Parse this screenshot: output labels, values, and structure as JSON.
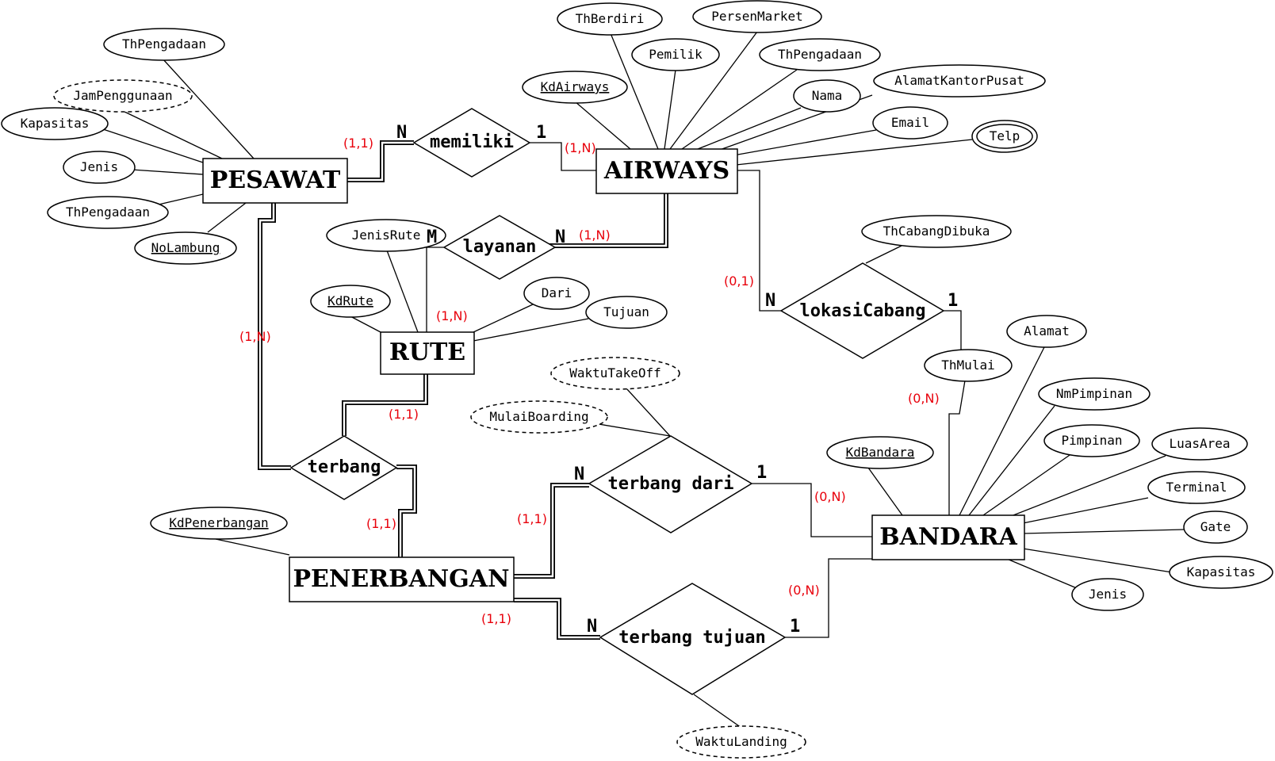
{
  "entities": {
    "pesawat": "PESAWAT",
    "airways": "AIRWAYS",
    "rute": "RUTE",
    "penerbangan": "PENERBANGAN",
    "bandara": "BANDARA"
  },
  "relationships": {
    "memiliki": "memiliki",
    "layanan": "layanan",
    "lokasi_cabang": "lokasiCabang",
    "terbang": "terbang",
    "terbang_dari": "terbang dari",
    "terbang_tujuan": "terbang tujuan"
  },
  "attributes": {
    "pesawat": {
      "th_pengadaan_1": "ThPengadaan",
      "jam_penggunaan": "JamPenggunaan",
      "kapasitas": "Kapasitas",
      "jenis": "Jenis",
      "th_pengadaan_2": "ThPengadaan",
      "no_lambung": "NoLambung"
    },
    "airways": {
      "th_berdiri": "ThBerdiri",
      "persen_market": "PersenMarket",
      "pemilik": "Pemilik",
      "th_pengadaan": "ThPengadaan",
      "kd_airways": "KdAirways",
      "nama": "Nama",
      "alamat_kantor_pusat": "AlamatKantorPusat",
      "email": "Email",
      "telp": "Telp"
    },
    "rute": {
      "jenis_rute": "JenisRute",
      "kd_rute": "KdRute",
      "dari": "Dari",
      "tujuan": "Tujuan"
    },
    "lokasi_cabang": {
      "th_cabang_dibuka": "ThCabangDibuka",
      "th_mulai": "ThMulai"
    },
    "bandara": {
      "alamat": "Alamat",
      "nm_pimpinan": "NmPimpinan",
      "pimpinan": "Pimpinan",
      "luas_area": "LuasArea",
      "kd_bandara": "KdBandara",
      "terminal": "Terminal",
      "gate": "Gate",
      "kapasitas": "Kapasitas",
      "jenis": "Jenis"
    },
    "terbang_dari": {
      "waktu_take_off": "WaktuTakeOff",
      "mulai_boarding": "MulaiBoarding"
    },
    "penerbangan": {
      "kd_penerbangan": "KdPenerbangan"
    },
    "terbang_tujuan": {
      "waktu_landing": "WaktuLanding"
    }
  },
  "cardinality": {
    "memiliki_pesawat": "N",
    "memiliki_airways": "1",
    "layanan_rute": "M",
    "layanan_airways": "N",
    "lokasi_cabang_airways": "N",
    "lokasi_cabang_bandara": "1",
    "terbang_dari_penerbangan": "N",
    "terbang_dari_bandara": "1",
    "terbang_tujuan_penerbangan": "N",
    "terbang_tujuan_bandara": "1"
  },
  "constraints": {
    "pesawat_memiliki": "(1,1)",
    "airways_memiliki": "(1,N)",
    "airways_layanan": "(1,N)",
    "rute_layanan": "(1,N)",
    "pesawat_terbang": "(1,N)",
    "rute_terbang": "(1,1)",
    "penerbangan_terbang": "(1,1)",
    "airways_lokasi": "(0,1)",
    "bandara_lokasi": "(0,N)",
    "penerbangan_dari": "(1,1)",
    "bandara_dari": "(0,N)",
    "bandara_tujuan": "(0,N)",
    "penerbangan_tujuan": "(1,1)"
  },
  "colors": {
    "line": "#000000",
    "constraint_text": "#e8000b",
    "background": "#ffffff"
  }
}
